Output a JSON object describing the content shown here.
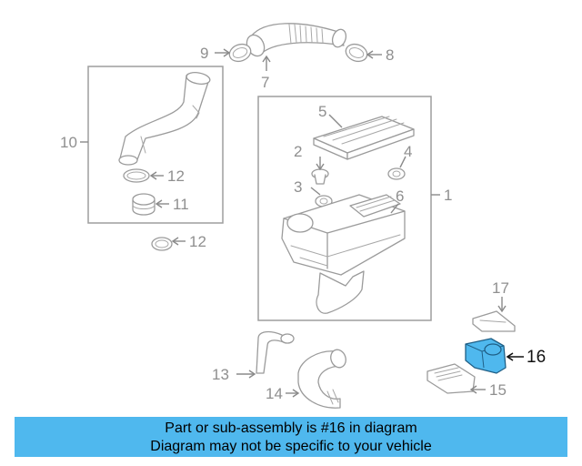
{
  "callouts": {
    "c1": "1",
    "c2": "2",
    "c3": "3",
    "c4": "4",
    "c5": "5",
    "c6": "6",
    "c7": "7",
    "c8": "8",
    "c9": "9",
    "c10": "10",
    "c11": "11",
    "c12a": "12",
    "c12b": "12",
    "c13": "13",
    "c14": "14",
    "c15": "15",
    "c16": "16",
    "c17": "17"
  },
  "highlight": {
    "part": "16",
    "color": "#4fb8ee"
  },
  "banner": {
    "line1": "Part or sub-assembly is #16 in diagram",
    "line2": "Diagram may not be specific to your vehicle"
  }
}
